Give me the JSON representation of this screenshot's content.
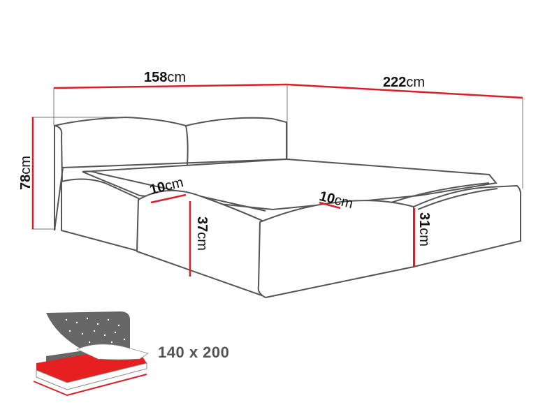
{
  "diagram": {
    "type": "bed-dimension-drawing",
    "colors": {
      "dimension_line": "#d8202a",
      "outline": "#555555",
      "icon_gray": "#666666",
      "icon_red": "#e62020"
    },
    "dimensions": {
      "width": {
        "value": "158",
        "unit": "cm"
      },
      "length": {
        "value": "222",
        "unit": "cm"
      },
      "headboard_height": {
        "value": "78",
        "unit": "cm"
      },
      "frame_thickness_left": {
        "value": "10",
        "unit": "cm"
      },
      "frame_height_left": {
        "value": "37",
        "unit": "cm"
      },
      "frame_thickness_right": {
        "value": "10",
        "unit": "cm"
      },
      "frame_height_right": {
        "value": "31",
        "unit": "cm"
      }
    },
    "mattress_size": {
      "label": "140 x 200",
      "icon": "bed-mattress-icon"
    }
  }
}
